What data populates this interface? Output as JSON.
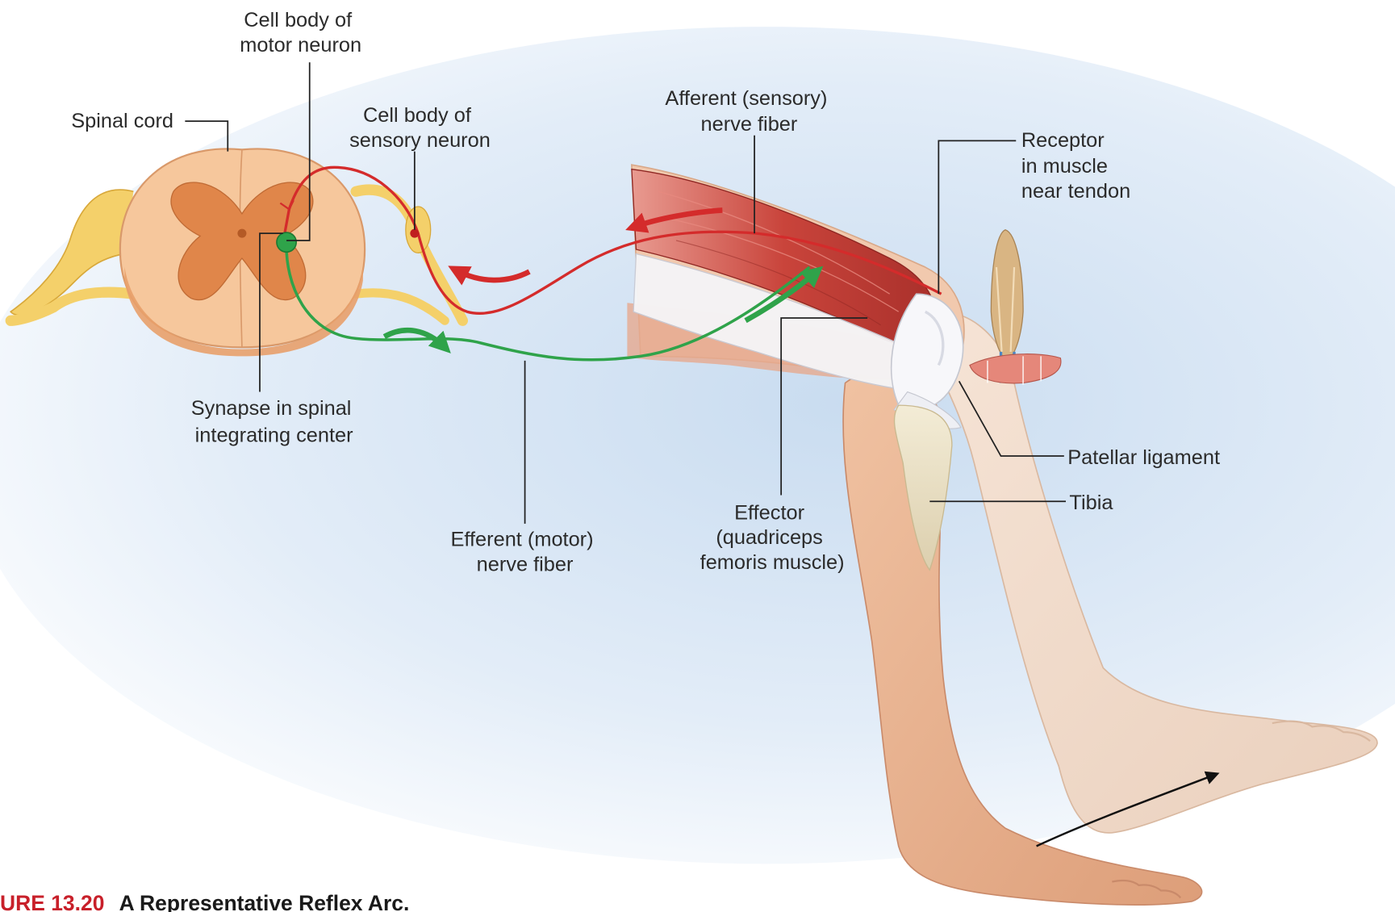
{
  "labels": {
    "cell_body_motor": [
      "Cell body of",
      "motor neuron"
    ],
    "spinal_cord": "Spinal cord",
    "cell_body_sensory": [
      "Cell body of",
      "sensory neuron"
    ],
    "afferent": [
      "Afferent (sensory)",
      "nerve fiber"
    ],
    "receptor": [
      "Receptor",
      "in muscle",
      "near tendon"
    ],
    "synapse": [
      "Synapse in spinal",
      "integrating center"
    ],
    "efferent": [
      "Efferent (motor)",
      "nerve fiber"
    ],
    "effector": [
      "Effector",
      "(quadriceps",
      "femoris muscle)"
    ],
    "patellar_ligament": "Patellar ligament",
    "tibia": "Tibia"
  },
  "caption": {
    "number": "URE 13.20",
    "title": "A Representative Reflex Arc."
  },
  "colors": {
    "sensory": "#d42b2b",
    "motor": "#2fa34a",
    "nerve_yellow": "#f2c94c",
    "spinal_white_matter": "#f6c79c",
    "spinal_gray_matter": "#e0864a",
    "skin": "#eab08e",
    "muscle": "#c9443b",
    "background_glow": "#d6e6f5"
  }
}
